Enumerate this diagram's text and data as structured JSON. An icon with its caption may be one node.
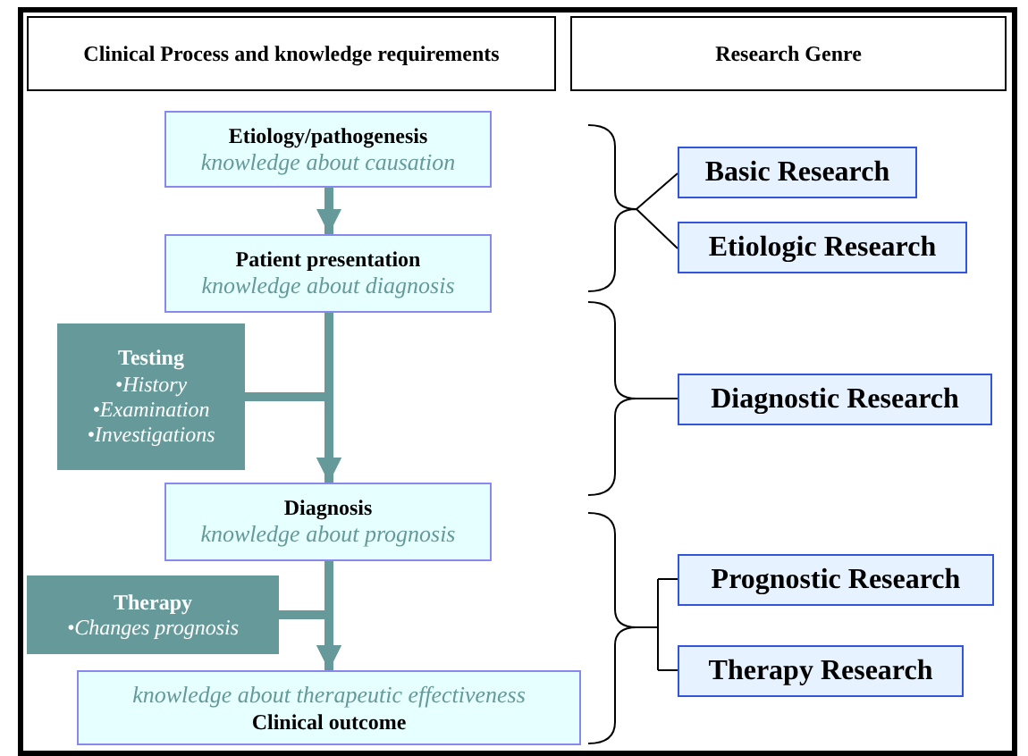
{
  "diagram": {
    "nodes": [
      {
        "text": [
          "Clinical Process and knowledge requirements"
        ]
      },
      {
        "text": [
          "Research Genre"
        ]
      },
      {
        "text": [
          "Etiology/pathogenesis",
          "knowledge about causation"
        ]
      },
      {
        "text": [
          "Patient presentation",
          "knowledge about diagnosis"
        ]
      },
      {
        "text": [
          "Testing",
          "•History",
          "•Examination",
          "•Investigations"
        ]
      },
      {
        "text": [
          "Diagnosis",
          "knowledge about prognosis"
        ]
      },
      {
        "text": [
          "Therapy",
          "•Changes prognosis"
        ]
      },
      {
        "text": [
          "knowledge about therapeutic effectiveness",
          "Clinical outcome"
        ]
      },
      {
        "text": [
          "Basic Research"
        ]
      },
      {
        "text": [
          "Etiologic Research"
        ]
      },
      {
        "text": [
          "Diagnostic Research"
        ]
      },
      {
        "text": [
          "Prognostic Research"
        ]
      },
      {
        "text": [
          "Therapy Research"
        ]
      }
    ],
    "edges": [
      {
        "from": 2,
        "to": 3,
        "arrow": "to"
      },
      {
        "from": 3,
        "to": 5,
        "arrow": "to"
      },
      {
        "from": 4,
        "to": 5,
        "arrow": "to"
      },
      {
        "from": 5,
        "to": 7,
        "arrow": "to"
      },
      {
        "from": 6,
        "to": 7,
        "arrow": "to"
      }
    ]
  }
}
